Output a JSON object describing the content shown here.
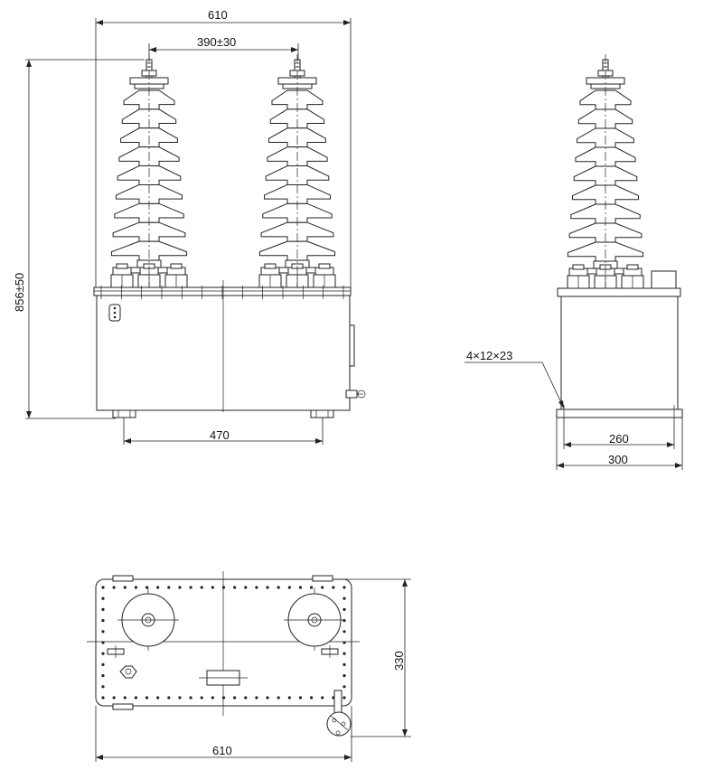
{
  "drawing": {
    "front_view": {
      "dim_overall_width": "610",
      "dim_bushing_spacing": "390±30",
      "dim_overall_height": "856±50",
      "dim_base_spacing": "470",
      "bushing_count": 2,
      "shed_count": 9
    },
    "side_view": {
      "dim_mounting_holes": "4×12×23",
      "dim_hole_spacing": "260",
      "dim_base_width": "300"
    },
    "top_view": {
      "dim_length": "610",
      "dim_depth": "330"
    }
  }
}
